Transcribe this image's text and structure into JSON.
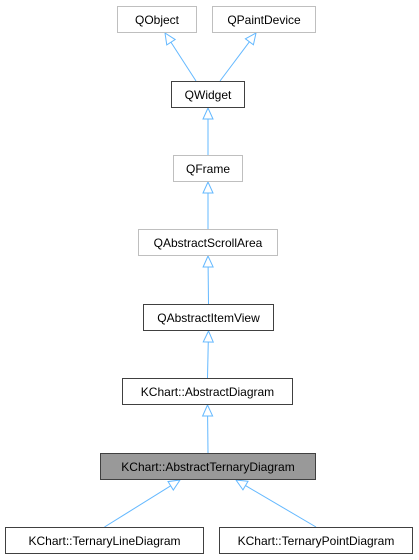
{
  "diagram": {
    "nodes": [
      {
        "id": "qobject",
        "label": "QObject",
        "style": "external"
      },
      {
        "id": "qpaintdevice",
        "label": "QPaintDevice",
        "style": "external"
      },
      {
        "id": "qwidget",
        "label": "QWidget",
        "style": "documented"
      },
      {
        "id": "qframe",
        "label": "QFrame",
        "style": "external"
      },
      {
        "id": "qabstractscrollarea",
        "label": "QAbstractScrollArea",
        "style": "external"
      },
      {
        "id": "qabstractitemview",
        "label": "QAbstractItemView",
        "style": "documented"
      },
      {
        "id": "abstractdiagram",
        "label": "KChart::AbstractDiagram",
        "style": "documented"
      },
      {
        "id": "abstractternarydiagram",
        "label": "KChart::AbstractTernaryDiagram",
        "style": "current"
      },
      {
        "id": "ternarylinediagram",
        "label": "KChart::TernaryLineDiagram",
        "style": "documented"
      },
      {
        "id": "ternarypointdiagram",
        "label": "KChart::TernaryPointDiagram",
        "style": "documented"
      }
    ],
    "edges": [
      {
        "from": "qwidget",
        "to": "qobject"
      },
      {
        "from": "qwidget",
        "to": "qpaintdevice"
      },
      {
        "from": "qframe",
        "to": "qwidget"
      },
      {
        "from": "qabstractscrollarea",
        "to": "qframe"
      },
      {
        "from": "qabstractitemview",
        "to": "qabstractscrollarea"
      },
      {
        "from": "abstractdiagram",
        "to": "qabstractitemview"
      },
      {
        "from": "abstractternarydiagram",
        "to": "abstractdiagram"
      },
      {
        "from": "ternarylinediagram",
        "to": "abstractternarydiagram"
      },
      {
        "from": "ternarypointdiagram",
        "to": "abstractternarydiagram"
      }
    ],
    "colors": {
      "edge": "#63b8ff",
      "external_border": "#bfbfbf",
      "documented_border": "#404040",
      "current_fill": "#999999"
    }
  }
}
